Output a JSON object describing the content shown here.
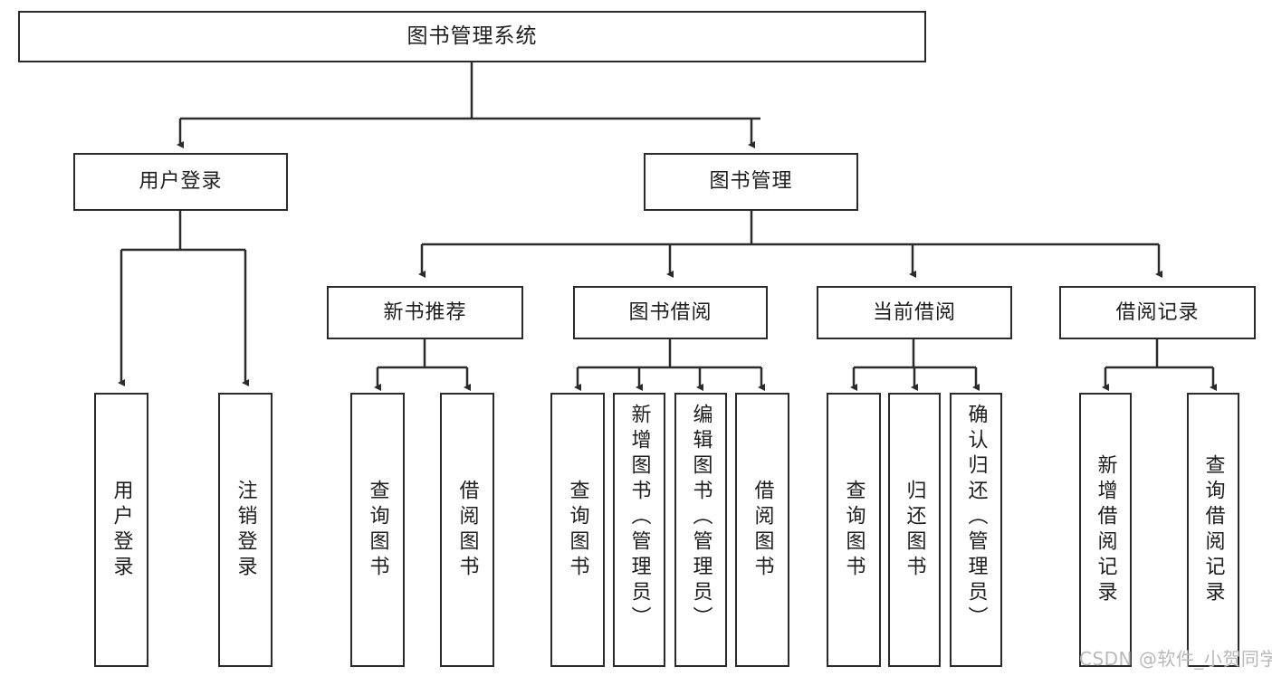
{
  "diagram": {
    "title": "图书管理系统",
    "nodes": {
      "root": "图书管理系统",
      "user_login": "用户登录",
      "book_manage": "图书管理",
      "new_book_rec": "新书推荐",
      "book_borrow": "图书借阅",
      "current_borrow": "当前借阅",
      "borrow_record": "借阅记录",
      "leaf_user_login": "用户登录",
      "leaf_logout": "注销登录",
      "leaf_query_book_1": "查询图书",
      "leaf_borrow_book_1": "借阅图书",
      "leaf_query_book_2": "查询图书",
      "leaf_add_book_admin": "新增图书（管理员）",
      "leaf_edit_book_admin": "编辑图书（管理员）",
      "leaf_borrow_book_2": "借阅图书",
      "leaf_query_book_3": "查询图书",
      "leaf_return_book": "归还图书",
      "leaf_confirm_return_admin": "确认归还（管理员）",
      "leaf_add_record": "新增借阅记录",
      "leaf_query_record": "查询借阅记录"
    }
  },
  "watermark": {
    "text": "CSDN @软件_小贺同学"
  },
  "colors": {
    "stroke": "#2b2b2b",
    "background": "#ffffff",
    "text": "#1d1d1d",
    "watermark": "#b9b9b9"
  }
}
